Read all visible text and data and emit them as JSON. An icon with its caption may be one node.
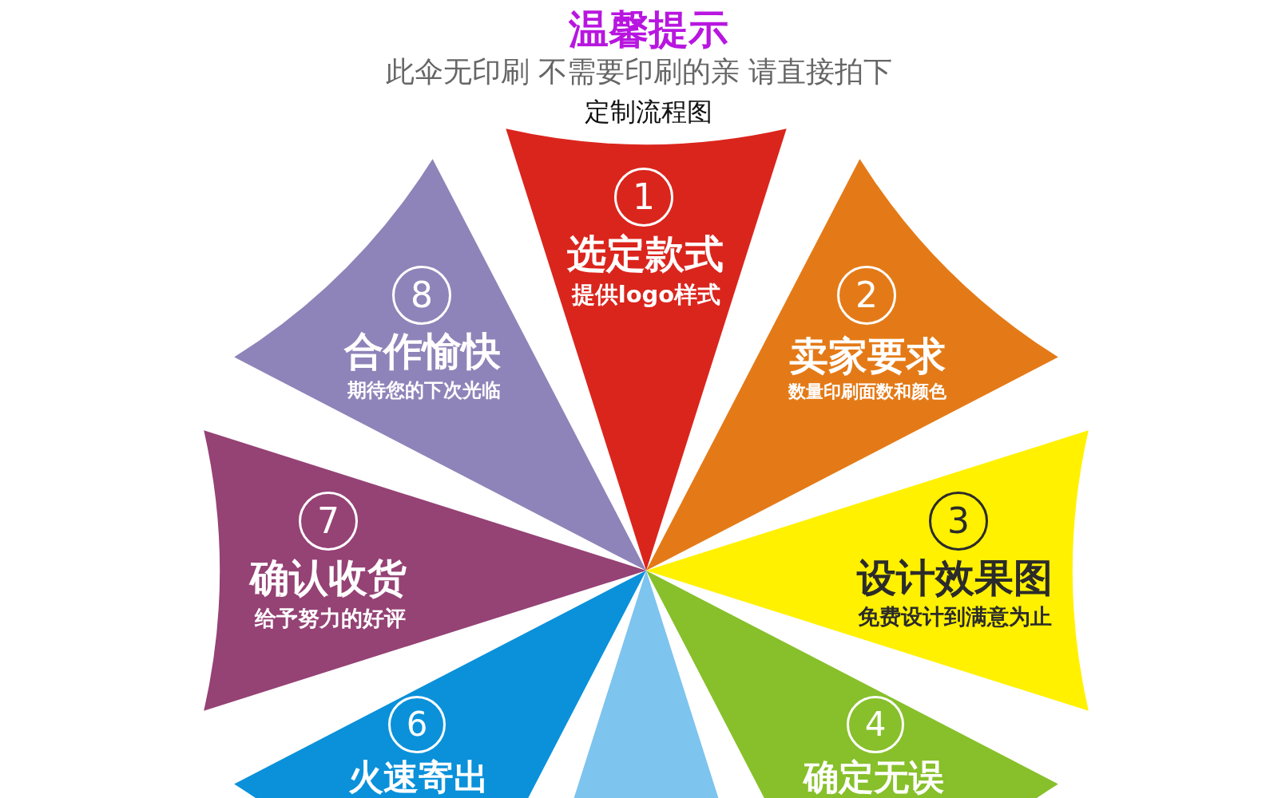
{
  "diagram": {
    "title": "温馨提示",
    "nodes": [
      {
        "text": [
          "选定款式",
          "提供logo样式"
        ]
      },
      {
        "text": [
          "1"
        ],
        "in": 0
      },
      {
        "text": [
          "卖家要求",
          "数量印刷面数和颜色"
        ]
      },
      {
        "text": [
          "2"
        ],
        "in": 2
      },
      {
        "text": [
          "设计效果图",
          "免费设计到满意为止"
        ]
      },
      {
        "text": [
          "3"
        ],
        "in": 4
      },
      {
        "text": [
          "确定无误"
        ]
      },
      {
        "text": [
          "4"
        ],
        "in": 6
      },
      {
        "text": [],
        "shape": "triangle"
      },
      {
        "text": [
          "火速寄出"
        ]
      },
      {
        "text": [
          "6"
        ],
        "in": 9
      },
      {
        "text": [
          "确认收货",
          "给予努力的好评"
        ]
      },
      {
        "text": [
          "7"
        ],
        "in": 11
      },
      {
        "text": [
          "合作愉快",
          "期待您的下次光临"
        ]
      },
      {
        "text": [
          "8"
        ],
        "in": 13
      }
    ],
    "labels": [
      "此伞无印刷 不需要印刷的亲 请直接拍下",
      "定制流程图"
    ]
  }
}
